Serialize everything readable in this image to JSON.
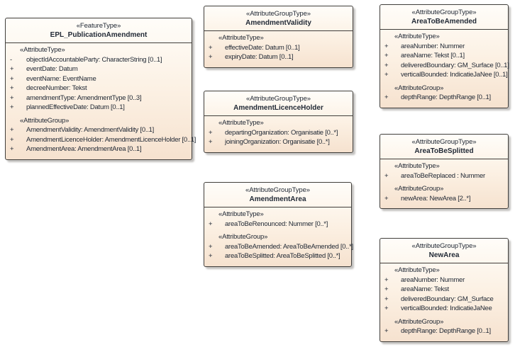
{
  "diagram": {
    "type": "uml-class-diagram",
    "colors": {
      "background": "#ffffff",
      "box_fill_top": "#fffdf9",
      "box_fill_bottom": "#f6e2cf",
      "box_border": "#403e3b",
      "box_shadow": "#949086",
      "text": "#222a36"
    },
    "classes": [
      {
        "stereotype": "«FeatureType»",
        "name": "EPL_PublicationAmendment",
        "sections": [
          {
            "label": "«AttributeType»",
            "attributes": [
              {
                "vis": "-",
                "text": "objectIdAccountableParty: CharacterString [0..1]"
              },
              {
                "vis": "+",
                "text": "eventDate: Datum"
              },
              {
                "vis": "+",
                "text": "eventName: EventName"
              },
              {
                "vis": "+",
                "text": "decreeNumber: Tekst"
              },
              {
                "vis": "+",
                "text": "amendmentType: AmendmentType [0..3]"
              },
              {
                "vis": "+",
                "text": "plannedEffectiveDate: Datum [0..1]"
              }
            ]
          },
          {
            "label": "«AttributeGroup»",
            "attributes": [
              {
                "vis": "+",
                "text": "AmendmentValidity: AmendmentValidity [0..1]"
              },
              {
                "vis": "+",
                "text": "AmendmentLicenceHolder: AmendmentLicenceHolder [0..1]"
              },
              {
                "vis": "+",
                "text": "AmendmentArea: AmendmentArea [0..1]"
              }
            ]
          }
        ]
      },
      {
        "stereotype": "«AttributeGroupType»",
        "name": "AmendmentValidity",
        "sections": [
          {
            "label": "«AttributeType»",
            "attributes": [
              {
                "vis": "+",
                "text": "effectiveDate: Datum [0..1]"
              },
              {
                "vis": "+",
                "text": "expiryDate: Datum [0..1]"
              }
            ]
          }
        ]
      },
      {
        "stereotype": "«AttributeGroupType»",
        "name": "AmendmentLicenceHolder",
        "sections": [
          {
            "label": "«AttributeType»",
            "attributes": [
              {
                "vis": "+",
                "text": "departingOrganization: Organisatie [0..*]"
              },
              {
                "vis": "+",
                "text": "joiningOrganization: Organisatie [0..*]"
              }
            ]
          }
        ]
      },
      {
        "stereotype": "«AttributeGroupType»",
        "name": "AmendmentArea",
        "sections": [
          {
            "label": "«AttributeType»",
            "attributes": [
              {
                "vis": "+",
                "text": "areaToBeRenounced: Nummer [0..*]"
              }
            ]
          },
          {
            "label": "«AttributeGroup»",
            "attributes": [
              {
                "vis": "+",
                "text": "areaToBeAmended: AreaToBeAmended [0..*]"
              },
              {
                "vis": "+",
                "text": "areaToBeSplitted: AreaToBeSplitted [0..*]"
              }
            ]
          }
        ]
      },
      {
        "stereotype": "«AttributeGroupType»",
        "name": "AreaToBeAmended",
        "sections": [
          {
            "label": "«AttributeType»",
            "attributes": [
              {
                "vis": "+",
                "text": "areaNumber: Nummer"
              },
              {
                "vis": "+",
                "text": "areaName: Tekst [0..1]"
              },
              {
                "vis": "+",
                "text": "deliveredBoundary: GM_Surface [0..1]"
              },
              {
                "vis": "+",
                "text": "verticalBounded: IndicatieJaNee [0..1]"
              }
            ]
          },
          {
            "label": "«AttributeGroup»",
            "attributes": [
              {
                "vis": "+",
                "text": "depthRange: DepthRange [0..1]"
              }
            ]
          }
        ]
      },
      {
        "stereotype": "«AttributeGroupType»",
        "name": "AreaToBeSplitted",
        "sections": [
          {
            "label": "«AttributeType»",
            "attributes": [
              {
                "vis": "+",
                "text": "areaToBeReplaced : Nummer"
              }
            ]
          },
          {
            "label": "«AttributeGroup»",
            "attributes": [
              {
                "vis": "+",
                "text": "newArea: NewArea [2..*]"
              }
            ]
          }
        ]
      },
      {
        "stereotype": "«AttributeGroupType»",
        "name": "NewArea",
        "sections": [
          {
            "label": "«AttributeType»",
            "attributes": [
              {
                "vis": "+",
                "text": "areaNumber: Nummer"
              },
              {
                "vis": "+",
                "text": "areaName: Tekst"
              },
              {
                "vis": "+",
                "text": "deliveredBoundary: GM_Surface"
              },
              {
                "vis": "+",
                "text": "verticalBounded: IndicatieJaNee"
              }
            ]
          },
          {
            "label": "«AttributeGroup»",
            "attributes": [
              {
                "vis": "+",
                "text": "depthRange: DepthRange [0..1]"
              }
            ]
          }
        ]
      }
    ]
  }
}
